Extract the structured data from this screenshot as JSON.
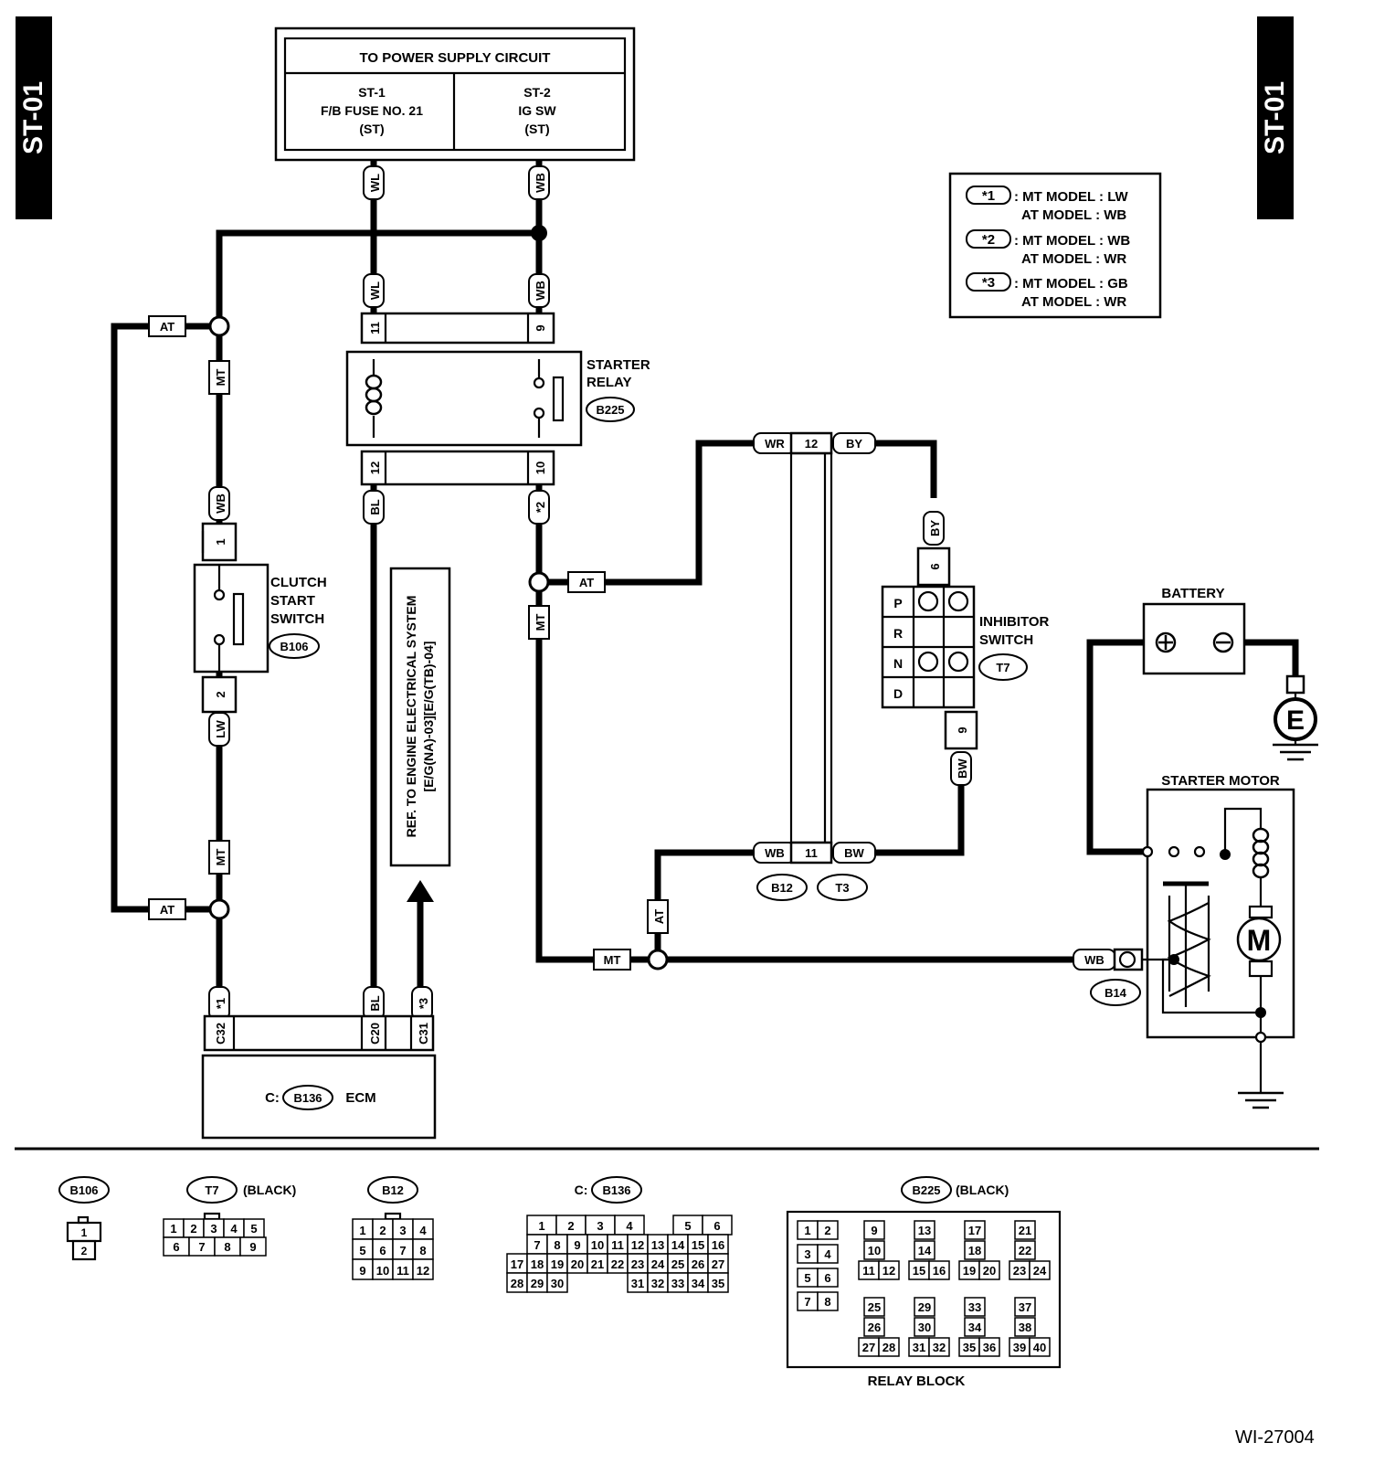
{
  "side_tabs": {
    "left": "ST-01",
    "right": "ST-01"
  },
  "power_supply": {
    "title": "TO POWER SUPPLY CIRCUIT",
    "st1": [
      "ST-1",
      "F/B FUSE NO. 21",
      "(ST)"
    ],
    "st2": [
      "ST-2",
      "IG SW",
      "(ST)"
    ]
  },
  "legend": {
    "items": [
      {
        "key": "*1",
        "mt": ": MT MODEL   : LW",
        "at": "AT MODEL   : WB"
      },
      {
        "key": "*2",
        "mt": ": MT MODEL   : WB",
        "at": "AT MODEL   : WR"
      },
      {
        "key": "*3",
        "mt": ": MT MODEL   : GB",
        "at": "AT MODEL   : WR"
      }
    ]
  },
  "wires": {
    "WL": "WL",
    "WB": "WB",
    "BL": "BL",
    "LW": "LW",
    "WR": "WR",
    "BY": "BY",
    "BW": "BW",
    "AT": "AT",
    "MT": "MT",
    "s1": "*1",
    "s2": "*2",
    "s3": "*3"
  },
  "pins": {
    "p1": "1",
    "p2": "2",
    "p6": "6",
    "p9": "9",
    "p10": "10",
    "p11": "11",
    "p12": "12",
    "c32": "C32",
    "c20": "C20",
    "c31": "C31"
  },
  "components": {
    "starter_relay": [
      "STARTER",
      "RELAY"
    ],
    "clutch_switch": [
      "CLUTCH",
      "START",
      "SWITCH"
    ],
    "inhibitor_switch": [
      "INHIBITOR",
      "SWITCH"
    ],
    "battery": "BATTERY",
    "starter_motor": "STARTER MOTOR",
    "ecm": "ECM",
    "ecm_prefix": "C:",
    "ref": [
      "REF. TO ENGINE ELECTRICAL SYSTEM",
      "[E/G(NA)-03][E/G(TB)-04]"
    ],
    "motor_symbol": "M",
    "ground_symbol": "E",
    "positions": [
      "P",
      "R",
      "N",
      "D"
    ]
  },
  "connectors": {
    "B225": "B225",
    "B106": "B106",
    "T7": "T7",
    "B12": "B12",
    "T3": "T3",
    "B14": "B14",
    "B136": "B136"
  },
  "bottom": {
    "black": "(BLACK)",
    "c_prefix": "C:",
    "relay_block": "RELAY BLOCK",
    "b106_pins": [
      "1",
      "2"
    ],
    "t7_rows": [
      [
        "1",
        "2",
        "3",
        "4",
        "5"
      ],
      [
        "6",
        "7",
        "8",
        "9"
      ]
    ],
    "b12_rows": [
      [
        "1",
        "2",
        "3",
        "4"
      ],
      [
        "5",
        "6",
        "7",
        "8"
      ],
      [
        "9",
        "10",
        "11",
        "12"
      ]
    ],
    "b136_rows": [
      [
        "1",
        "2",
        "3",
        "4",
        "",
        "5",
        "6"
      ],
      [
        "7",
        "8",
        "9",
        "10",
        "11",
        "12",
        "13",
        "14",
        "15",
        "16"
      ],
      [
        "17",
        "18",
        "19",
        "20",
        "21",
        "22",
        "23",
        "24",
        "25",
        "26",
        "27"
      ],
      [
        "28",
        "29",
        "30",
        "",
        "",
        "",
        "31",
        "32",
        "33",
        "34",
        "35"
      ]
    ],
    "relay_pairs": [
      [
        "1",
        "2"
      ],
      [
        "3",
        "4"
      ],
      [
        "5",
        "6"
      ],
      [
        "7",
        "8"
      ]
    ],
    "relay_groups": [
      [
        "9",
        "10",
        "11",
        "12"
      ],
      [
        "13",
        "14",
        "15",
        "16"
      ],
      [
        "17",
        "18",
        "19",
        "20"
      ],
      [
        "21",
        "22",
        "23",
        "24"
      ],
      [
        "25",
        "26",
        "27",
        "28"
      ],
      [
        "29",
        "30",
        "31",
        "32"
      ],
      [
        "33",
        "34",
        "35",
        "36"
      ],
      [
        "37",
        "38",
        "39",
        "40"
      ]
    ]
  },
  "figure_id": "WI-27004"
}
